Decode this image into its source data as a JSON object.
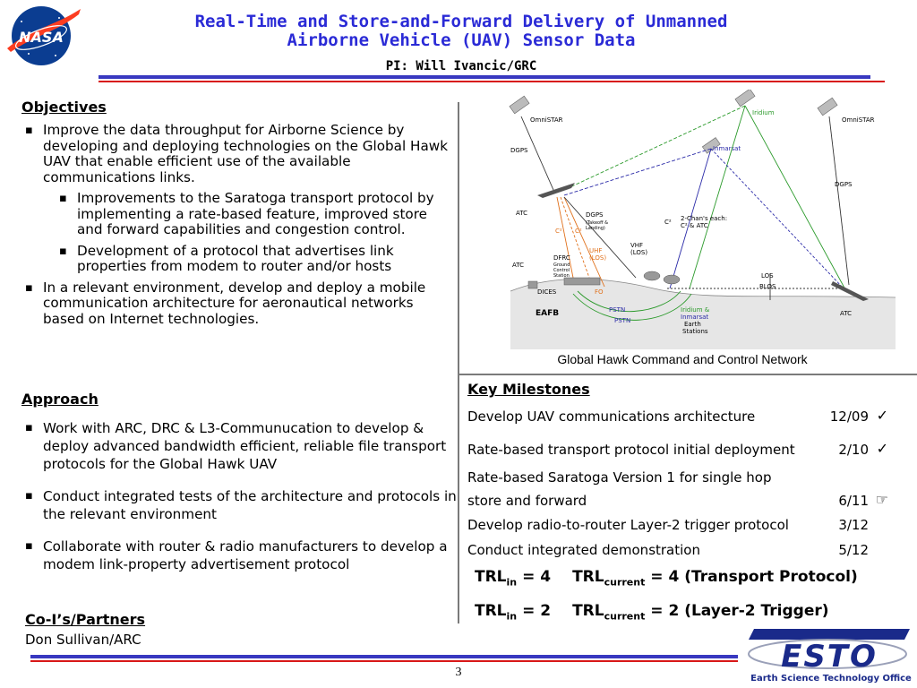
{
  "header": {
    "logo_text": "NASA",
    "title_line1": "Real-Time and Store-and-Forward Delivery of Unmanned",
    "title_line2": "Airborne Vehicle (UAV) Sensor Data",
    "pi": "PI: Will Ivancic/GRC"
  },
  "objectives": {
    "heading": "Objectives",
    "items": [
      "Improve the data throughput for Airborne Science by developing and deploying technologies on the Global Hawk UAV that enable efficient use of the available communications links.",
      "In a relevant environment, develop and deploy a mobile communication architecture for aeronautical networks based on Internet technologies."
    ],
    "subitems": [
      "Improvements to the Saratoga transport protocol by implementing a rate-based feature, improved store and forward capabilities and congestion control.",
      "Development of a protocol that advertises link properties from modem to router and/or hosts"
    ]
  },
  "approach": {
    "heading": "Approach",
    "items": [
      "Work with ARC, DRC & L3-Communucation to develop & deploy advanced bandwidth efficient, reliable file transport protocols for the Global Hawk UAV",
      "Conduct integrated tests of the architecture and protocols in the relevant environment",
      "Collaborate with router & radio manufacturers to develop a  modem link-property advertisement protocol"
    ]
  },
  "partners": {
    "heading": "Co-I’s/Partners",
    "name": "Don Sullivan/ARC"
  },
  "diagram": {
    "caption": "Global Hawk Command and Control Network",
    "labels": {
      "omnistar_left": "OmniSTAR",
      "omnistar_right": "OmniSTAR",
      "iridium": "Iridium",
      "inmarsat": "Inmarsat",
      "dgps_left": "DGPS",
      "dgps_right": "DGPS",
      "atc_upper": "ATC",
      "atc_lower": "ATC",
      "atc_right": "ATC",
      "dgps_takeoff_line1": "DGPS",
      "dgps_takeoff_line2": "(Takeoff &",
      "dgps_takeoff_line3": "Landing)",
      "c2_left": "C²",
      "c2_mid": "C²",
      "c2_right": "C²",
      "uhf_line1": "UHF",
      "uhf_line2": "(LOS)",
      "vhf_line1": "VHF",
      "vhf_line2": "(LOS)",
      "two_chan_line1": "2-Chan's each:",
      "two_chan_line2": "C² & ATC",
      "dfrc_line1": "DFRC",
      "dfrc_line2": "Ground",
      "dfrc_line3": "Control",
      "dfrc_line4": "Station",
      "fo": "FO",
      "dices": "DICES",
      "eafb": "EAFB",
      "pstn_upper": "PSTN",
      "pstn_lower": "PSTN",
      "los": "LOS",
      "blos": "BLOS",
      "earth_line1": "Iridium &",
      "earth_line2": "Inmarsat",
      "earth_line3": "Earth",
      "earth_line4": "Stations"
    }
  },
  "milestones": {
    "heading": "Key Milestones",
    "items": [
      {
        "text": "Develop UAV communications architecture",
        "date": "12/09",
        "mark": "✓"
      },
      {
        "text": "Rate-based transport protocol initial deployment",
        "date": "2/10",
        "mark": "✓"
      },
      {
        "text_line1": "Rate-based Saratoga Version 1 for single hop",
        "text_line2": "store and forward",
        "date": "6/11",
        "mark": "☞"
      },
      {
        "text": "Develop radio-to-router Layer-2 trigger protocol",
        "date": "3/12"
      },
      {
        "text": "Conduct integrated demonstration",
        "date": "5/12"
      }
    ]
  },
  "trl": [
    {
      "label": "TRL",
      "in_sub": "in",
      "in_value": "= 4",
      "cur_label": "TRL",
      "cur_sub": "current",
      "cur_value": "= 4 (Transport Protocol)"
    },
    {
      "label": "TRL",
      "in_sub": "in",
      "in_value": "= 2",
      "cur_label": "TRL",
      "cur_sub": "current",
      "cur_value": "= 2 (Layer-2 Trigger)"
    }
  ],
  "footer": {
    "page_number": "3",
    "esto_text": "ESTO",
    "esto_subtitle": "Earth Science Technology Office"
  },
  "colors": {
    "title_blue": "#2a2ad6",
    "rule_blue": "#3838c0",
    "rule_red": "#d81818",
    "nasa_blue": "#0b3d91",
    "nasa_red": "#fc3d21"
  }
}
